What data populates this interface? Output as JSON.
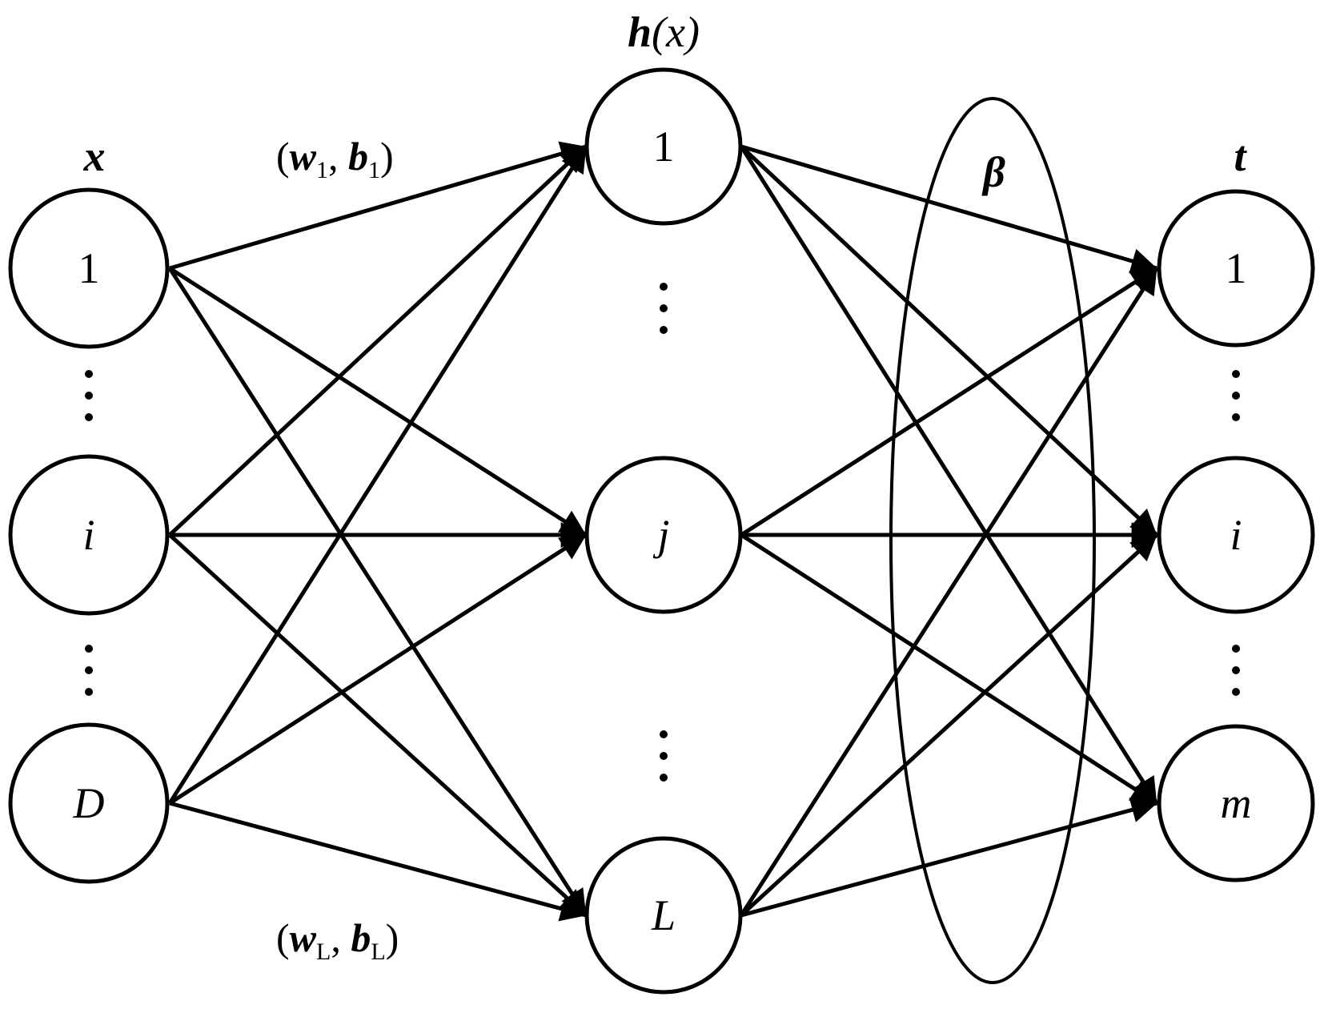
{
  "layers": {
    "input": {
      "label": "x",
      "nodes": [
        "1",
        "i",
        "D"
      ]
    },
    "hidden": {
      "label_bold": "h",
      "label_rest": "(x)",
      "nodes": [
        "1",
        "j",
        "L"
      ]
    },
    "output": {
      "label": "t",
      "nodes": [
        "1",
        "i",
        "m"
      ]
    }
  },
  "labels": {
    "weights_top": {
      "open": "(",
      "w": "w",
      "w_sub": "1",
      "sep": ", ",
      "b": "b",
      "b_sub": "1",
      "close": ")"
    },
    "weights_bottom": {
      "open": "(",
      "w": "w",
      "w_sub": "L",
      "sep": ", ",
      "b": "b",
      "b_sub": "L",
      "close": ")"
    },
    "beta": "β"
  }
}
